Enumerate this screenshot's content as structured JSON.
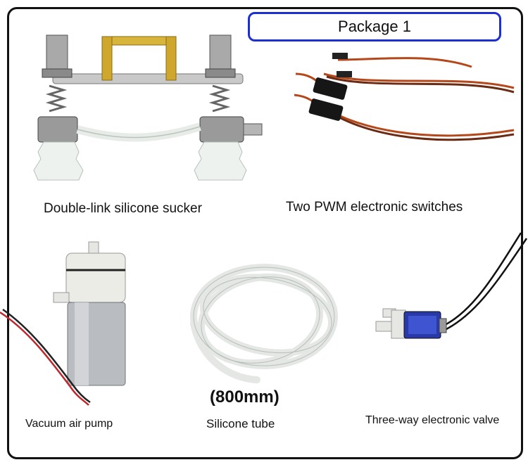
{
  "package_label": "Package 1",
  "items": [
    {
      "caption": "Double-link silicone sucker",
      "icon": "double-suction-cup-icon"
    },
    {
      "caption": "Two PWM electronic switches",
      "icon": "pwm-switch-icon"
    },
    {
      "caption": "Vacuum air pump",
      "icon": "vacuum-pump-icon"
    },
    {
      "caption": "Silicone tube",
      "icon": "silicone-tube-icon"
    },
    {
      "caption": "Three-way electronic valve",
      "icon": "solenoid-valve-icon"
    }
  ],
  "tube_length": "(800mm)",
  "colors": {
    "frame": "#111111",
    "label_border": "#1d2fd0",
    "background": "#ffffff"
  }
}
